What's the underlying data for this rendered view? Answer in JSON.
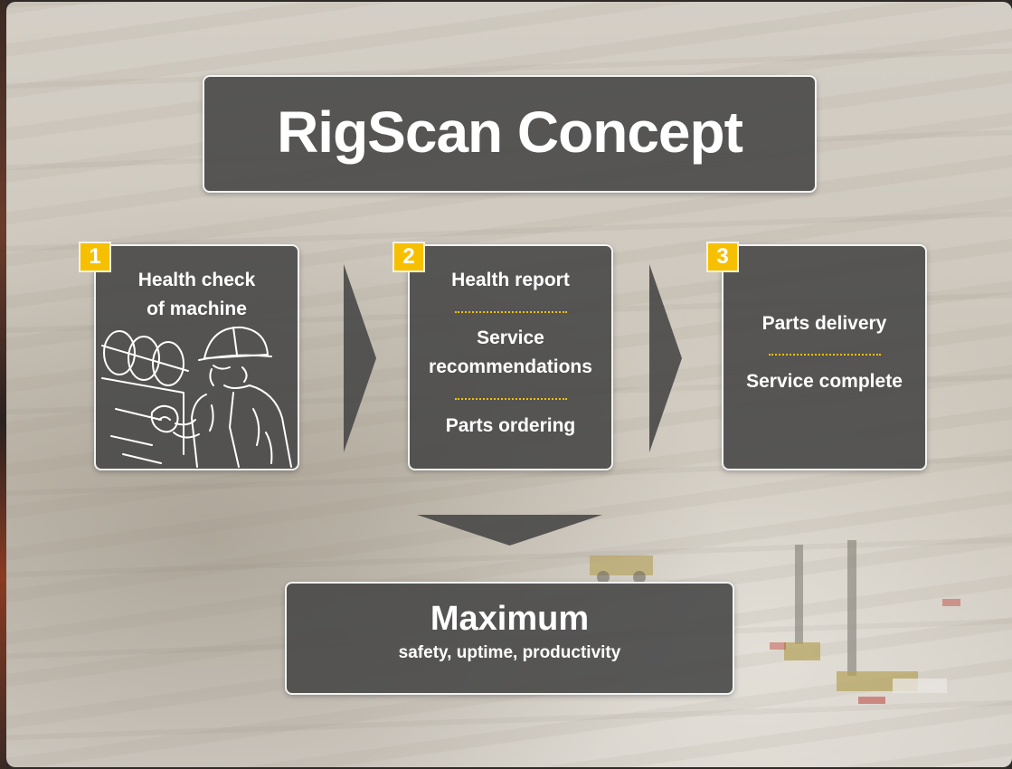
{
  "title": "RigScan Concept",
  "steps": [
    {
      "number": "1",
      "lines": [
        "Health check",
        "of machine"
      ]
    },
    {
      "number": "2",
      "items": [
        "Health report",
        "Service",
        "recommendations",
        "Parts ordering"
      ]
    },
    {
      "number": "3",
      "items": [
        "Parts delivery",
        "Service complete"
      ]
    }
  ],
  "result": {
    "title": "Maximum",
    "subtitle": "safety, uptime, productivity"
  },
  "colors": {
    "box_fill": "#484848",
    "accent_yellow": "#f6c000",
    "border": "#f2f2f2"
  }
}
